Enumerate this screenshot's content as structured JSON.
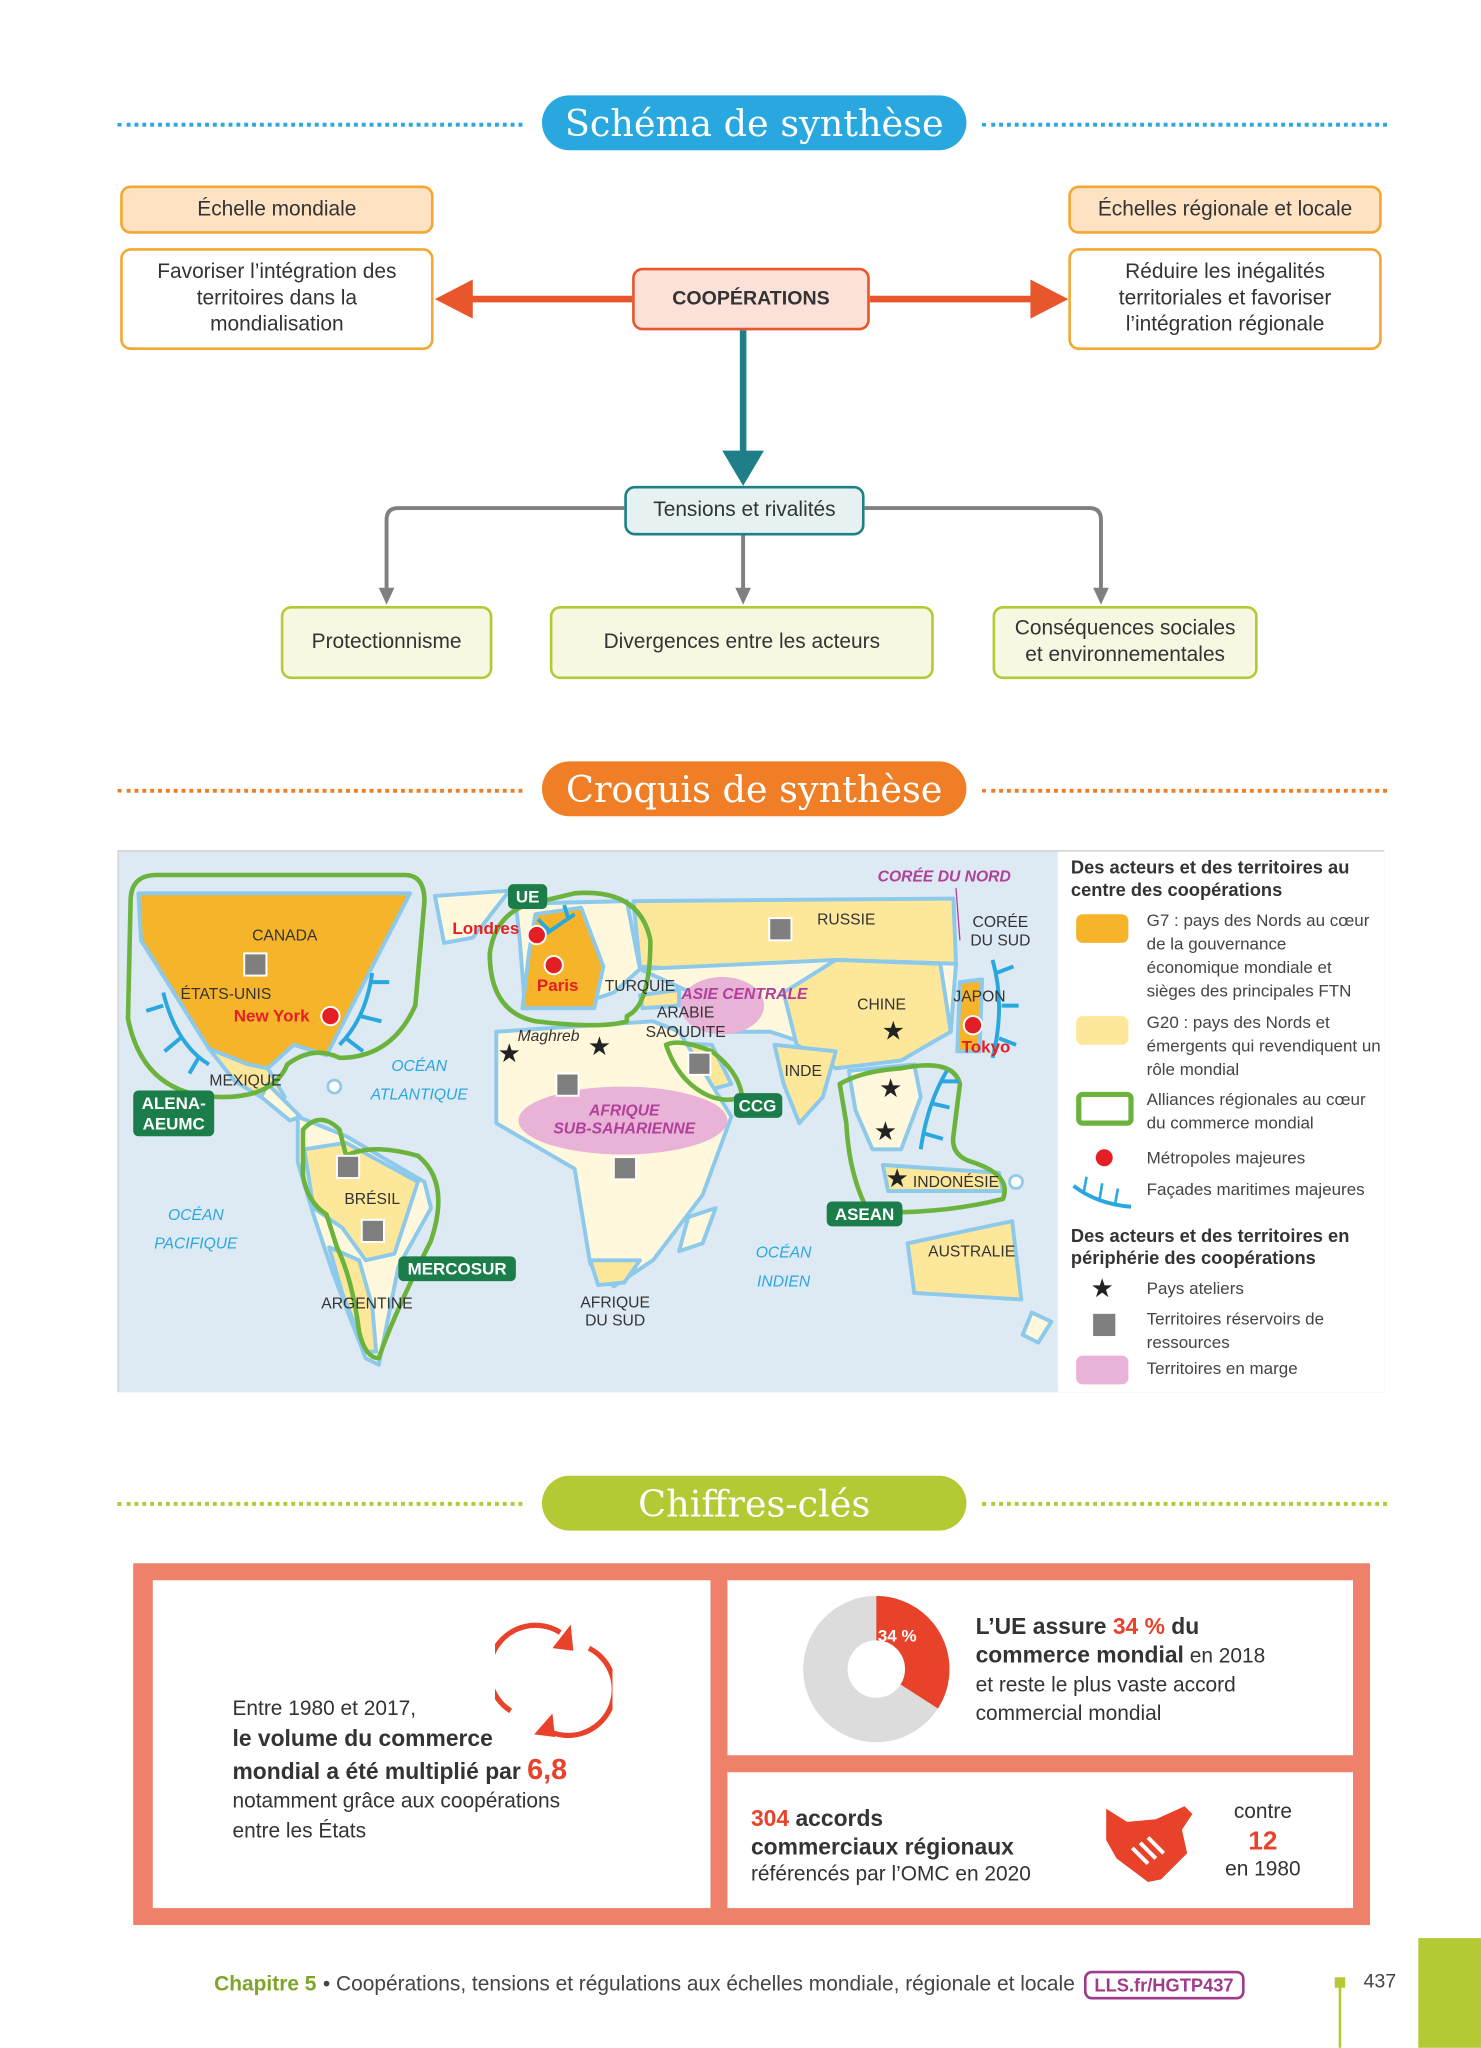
{
  "schema": {
    "title": "Schéma de synthèse",
    "left_header": "Échelle mondiale",
    "left_text": "Favoriser l’intégration des territoires dans la mondialisation",
    "center": "COOPÉRATIONS",
    "right_header": "Échelles régionale et locale",
    "right_text": "Réduire les inégalités territoriales et favoriser l’intégration régionale",
    "tensions": "Tensions et rivalités",
    "outcomes": [
      "Protectionnisme",
      "Divergences entre les acteurs",
      "Conséquences sociales et environnementales"
    ]
  },
  "croquis": {
    "title": "Croquis de synthèse",
    "map": {
      "canada": "CANADA",
      "usa": "ÉTATS-UNIS",
      "new_york": "New York",
      "mexique": "MEXIQUE",
      "alena_1": "ALENA-",
      "alena_2": "AEUMC",
      "atl_1": "OCÉAN",
      "atl_2": "ATLANTIQUE",
      "pac_1": "OCÉAN",
      "pac_2": "PACIFIQUE",
      "ind_1": "OCÉAN",
      "ind_2": "INDIEN",
      "bresil": "BRÉSIL",
      "argentine": "ARGENTINE",
      "mercosur": "MERCOSUR",
      "ue": "UE",
      "londres": "Londres",
      "paris": "Paris",
      "turquie": "TURQUIE",
      "russie": "RUSSIE",
      "asie_centrale": "ASIE CENTRALE",
      "arabie_1": "ARABIE",
      "arabie_2": "SAOUDITE",
      "ccg": "CCG",
      "maghreb": "Maghreb",
      "afrique_ss_1": "AFRIQUE",
      "afrique_ss_2": "SUB-SAHARIENNE",
      "afrique_sud_1": "AFRIQUE",
      "afrique_sud_2": "DU SUD",
      "inde": "INDE",
      "chine": "CHINE",
      "coree_nord": "CORÉE DU NORD",
      "coree_sud_1": "CORÉE",
      "coree_sud_2": "DU SUD",
      "japon": "JAPON",
      "tokyo": "Tokyo",
      "indonesie": "INDONÉSIE",
      "asean": "ASEAN",
      "australie": "AUSTRALIE"
    },
    "legend": {
      "heading_center": "Des acteurs et des territoires au centre des coopérations",
      "g7": "G7 : pays des Nords au cœur de la gouvernance économique mondiale et sièges des principales FTN",
      "g20": "G20 : pays des Nords et émergents qui revendiquent un rôle mondial",
      "alliances": "Alliances régionales au cœur du commerce mondial",
      "metropoles": "Métropoles majeures",
      "facades": "Façades maritimes majeures",
      "heading_periphery": "Des acteurs et des territoires en périphérie des coopérations",
      "ateliers": "Pays ateliers",
      "ressources": "Territoires réservoirs de ressources",
      "marge": "Territoires en marge"
    },
    "colors": {
      "g7": "#f6b42a",
      "g20": "#fde79a",
      "alliance": "#6bb33d",
      "metropole": "#e31e24",
      "facade": "#29a8df",
      "marge": "#e8b3d6",
      "ressource": "#7f7f7f"
    }
  },
  "chiffres": {
    "title": "Chiffres-clés",
    "volume": {
      "line1": "Entre 1980 et 2017,",
      "bold": "le volume du commerce mondial a été multiplié par",
      "value": "6,8",
      "line3": "notamment grâce aux coopérations entre les États"
    },
    "ue": {
      "donut_label": "34 %",
      "share_percent": 34,
      "pre": "L’UE assure",
      "value": "34 %",
      "post": "du",
      "bold2": "commerce mondial",
      "year": "en 2018",
      "rest": "et reste le plus vaste accord commercial mondial"
    },
    "accords": {
      "value": "304",
      "bold1": "accords",
      "bold2": "commerciaux régionaux",
      "rest": "référencés par l’OMC en 2020",
      "contre": "contre",
      "value_1980": "12",
      "en_1980": "en 1980"
    }
  },
  "footer": {
    "chapter": "Chapitre 5",
    "title": "• Coopérations, tensions et régulations aux échelles mondiale, régionale et locale",
    "link": "LLS.fr/HGTP437",
    "page": "437"
  }
}
